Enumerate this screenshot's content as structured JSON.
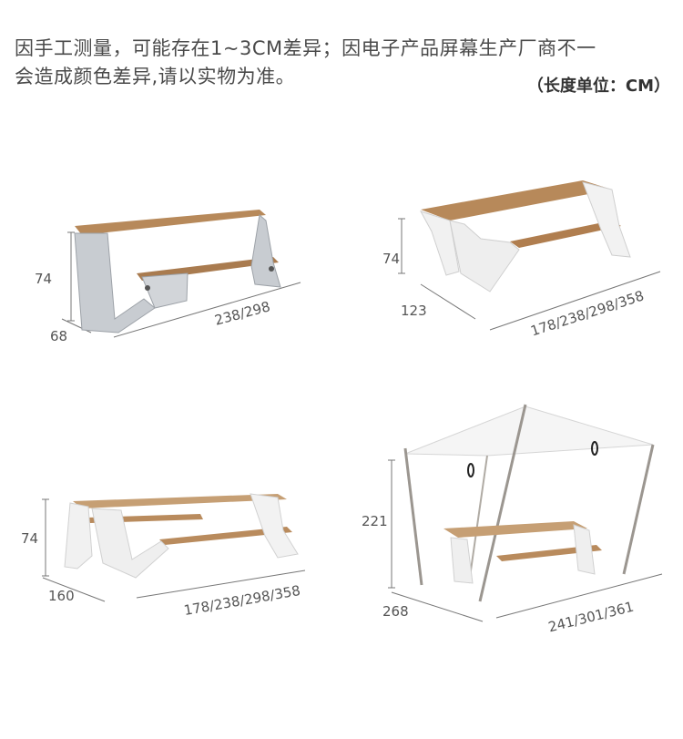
{
  "header": {
    "note_line1": "因手工测量，可能存在1~3CM差异；因电子产品屏幕生产厂商不一",
    "note_line2": "会造成颜色差异,请以实物为准。",
    "unit_label": "（长度单位：CM）"
  },
  "panels": [
    {
      "height": "74",
      "depth": "68",
      "length": "238/298"
    },
    {
      "height": "74",
      "depth": "123",
      "length": "178/238/298/358"
    },
    {
      "height": "74",
      "depth": "160",
      "length": "178/238/298/358"
    },
    {
      "height": "221",
      "depth": "268",
      "length": "241/301/361"
    }
  ],
  "colors": {
    "wood": "#b7895a",
    "metal_white": "#f4f4f4",
    "galvanized": "#c9cdd2",
    "line": "#666666"
  }
}
